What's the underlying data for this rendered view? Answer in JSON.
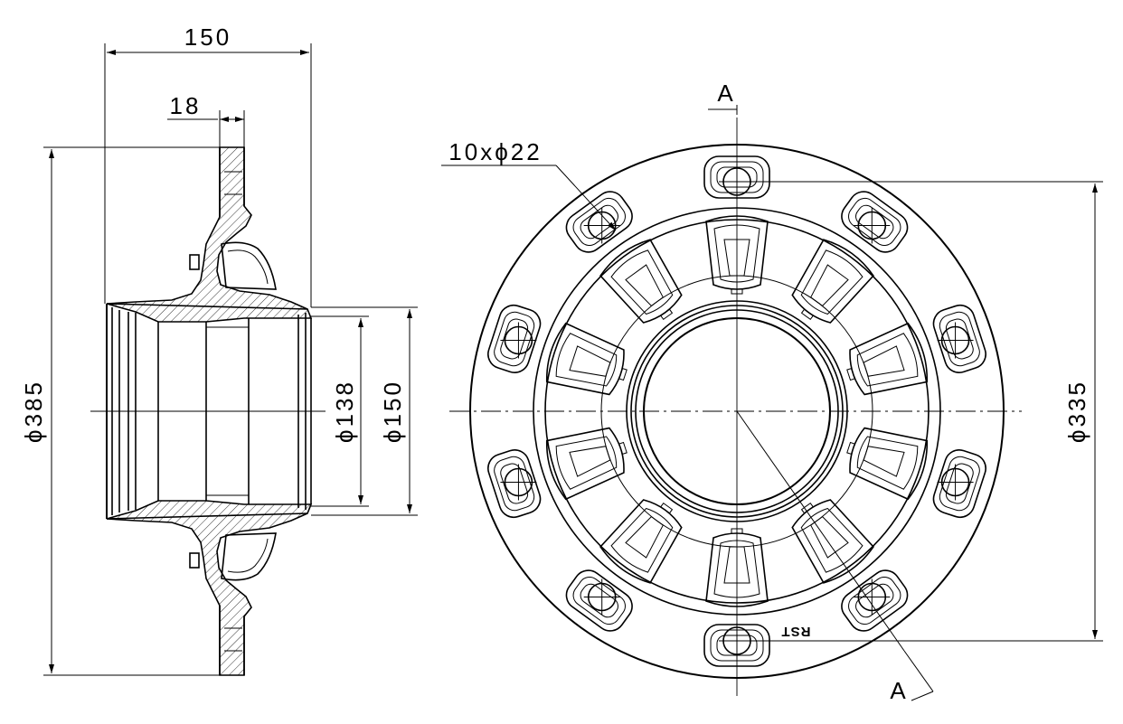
{
  "dimensions": {
    "overall_width": "150",
    "flange_thickness": "18",
    "flange_diameter": "ϕ385",
    "bore_diameter": "ϕ138",
    "hub_diameter": "ϕ150",
    "bolt_holes": "10xϕ22",
    "bolt_circle_diameter": "ϕ335"
  },
  "section_marks": {
    "top": "A",
    "bottom": "A"
  },
  "logo": {
    "text": "RST"
  }
}
